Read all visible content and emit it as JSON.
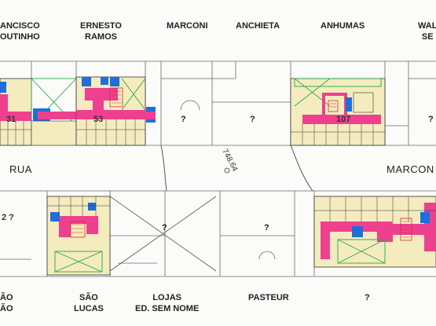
{
  "top_labels": [
    {
      "id": "francisco",
      "l1": "ANCISCO",
      "l2": "OUTINHO"
    },
    {
      "id": "ernesto",
      "l1": "ERNESTO",
      "l2": "RAMOS"
    },
    {
      "id": "marconi",
      "l1": "MARCONI",
      "l2": ""
    },
    {
      "id": "anchieta",
      "l1": "ANCHIETA",
      "l2": ""
    },
    {
      "id": "anhumas",
      "l1": "ANHUMAS",
      "l2": ""
    },
    {
      "id": "wal",
      "l1": "WAL",
      "l2": "SE"
    }
  ],
  "bottom_labels": [
    {
      "id": "sao1",
      "l1": "ÃO",
      "l2": "ÃO"
    },
    {
      "id": "sao-lucas",
      "l1": "SÃO",
      "l2": "LUCAS"
    },
    {
      "id": "lojas",
      "l1": "LOJAS",
      "l2": "ED. SEM NOME"
    },
    {
      "id": "pasteur",
      "l1": "PASTEUR",
      "l2": ""
    },
    {
      "id": "q",
      "l1": "?",
      "l2": ""
    }
  ],
  "street_rua": "RUA",
  "street_marconi": "MARCON",
  "elevation": "748.64",
  "numbers": {
    "n31": "31",
    "n53": "53",
    "n107": "107",
    "n2": "2 ?"
  },
  "question": "?",
  "colors": {
    "pink": "#ef3f8f",
    "yellow": "#f4ebbf",
    "blue": "#1e6fd8",
    "green": "#2aa84a",
    "red": "#d23030",
    "line": "#555555"
  }
}
